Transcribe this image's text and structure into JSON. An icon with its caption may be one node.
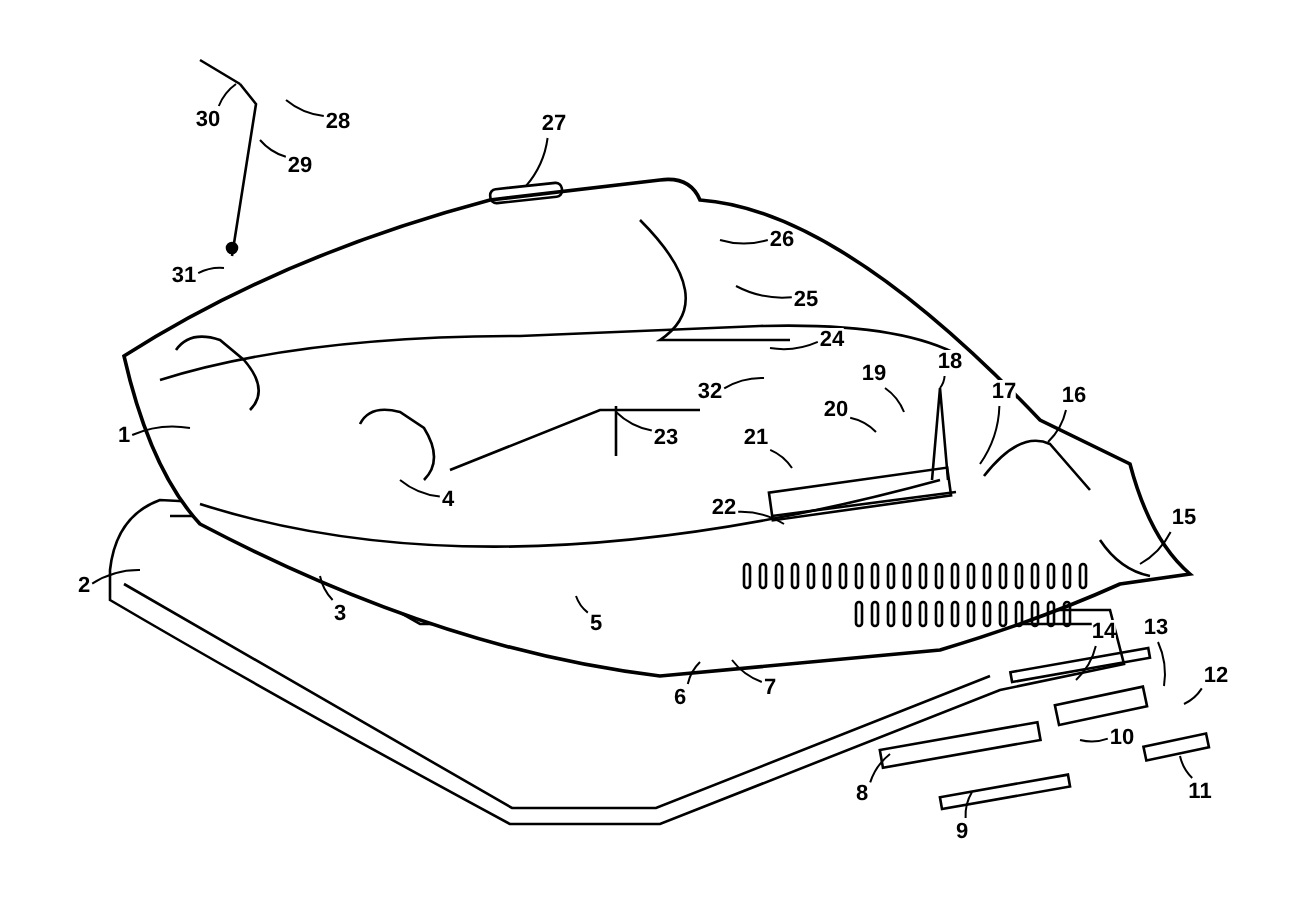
{
  "diagram": {
    "nodes": [
      {
        "text": [
          "1"
        ]
      },
      {
        "text": [
          "2"
        ]
      },
      {
        "text": [
          "3"
        ]
      },
      {
        "text": [
          "4"
        ]
      },
      {
        "text": [
          "5"
        ]
      },
      {
        "text": [
          "6"
        ]
      },
      {
        "text": [
          "7"
        ]
      },
      {
        "text": [
          "8"
        ]
      },
      {
        "text": [
          "9"
        ]
      },
      {
        "text": [
          "10"
        ]
      },
      {
        "text": [
          "11"
        ]
      },
      {
        "text": [
          "12"
        ]
      },
      {
        "text": [
          "13"
        ]
      },
      {
        "text": [
          "14"
        ]
      },
      {
        "text": [
          "15"
        ]
      },
      {
        "text": [
          "16"
        ]
      },
      {
        "text": [
          "17"
        ]
      },
      {
        "text": [
          "18"
        ]
      },
      {
        "text": [
          "19"
        ]
      },
      {
        "text": [
          "20"
        ]
      },
      {
        "text": [
          "21"
        ]
      },
      {
        "text": [
          "22"
        ]
      },
      {
        "text": [
          "23"
        ]
      },
      {
        "text": [
          "24"
        ]
      },
      {
        "text": [
          "25"
        ]
      },
      {
        "text": [
          "26"
        ]
      },
      {
        "text": [
          "27"
        ]
      },
      {
        "text": [
          "28"
        ]
      },
      {
        "text": [
          "29"
        ]
      },
      {
        "text": [
          "30"
        ]
      },
      {
        "text": [
          "31"
        ]
      },
      {
        "text": [
          "32"
        ]
      }
    ],
    "edges": [
      {
        "from": 0,
        "to": null,
        "arrow": "none"
      },
      {
        "from": 1,
        "to": null,
        "arrow": "none"
      },
      {
        "from": 2,
        "to": null,
        "arrow": "none"
      },
      {
        "from": 3,
        "to": null,
        "arrow": "none"
      },
      {
        "from": 4,
        "to": null,
        "arrow": "none"
      },
      {
        "from": 5,
        "to": null,
        "arrow": "none"
      },
      {
        "from": 6,
        "to": null,
        "arrow": "none"
      },
      {
        "from": 7,
        "to": null,
        "arrow": "none"
      },
      {
        "from": 8,
        "to": null,
        "arrow": "none"
      },
      {
        "from": 9,
        "to": null,
        "arrow": "none"
      },
      {
        "from": 10,
        "to": null,
        "arrow": "none"
      },
      {
        "from": 11,
        "to": null,
        "arrow": "none"
      },
      {
        "from": 12,
        "to": null,
        "arrow": "none"
      },
      {
        "from": 13,
        "to": null,
        "arrow": "none"
      },
      {
        "from": 14,
        "to": null,
        "arrow": "none"
      },
      {
        "from": 15,
        "to": null,
        "arrow": "none"
      },
      {
        "from": 16,
        "to": null,
        "arrow": "none"
      },
      {
        "from": 17,
        "to": null,
        "arrow": "none"
      },
      {
        "from": 18,
        "to": null,
        "arrow": "none"
      },
      {
        "from": 19,
        "to": null,
        "arrow": "none"
      },
      {
        "from": 20,
        "to": null,
        "arrow": "none"
      },
      {
        "from": 21,
        "to": null,
        "arrow": "none"
      },
      {
        "from": 22,
        "to": null,
        "arrow": "none"
      },
      {
        "from": 23,
        "to": null,
        "arrow": "none"
      },
      {
        "from": 24,
        "to": null,
        "arrow": "none"
      },
      {
        "from": 25,
        "to": null,
        "arrow": "none"
      },
      {
        "from": 26,
        "to": null,
        "arrow": "none"
      },
      {
        "from": 27,
        "to": null,
        "arrow": "none"
      },
      {
        "from": 28,
        "to": null,
        "arrow": "none"
      },
      {
        "from": 29,
        "to": null,
        "arrow": "none"
      },
      {
        "from": 30,
        "to": null,
        "arrow": "none"
      },
      {
        "from": 31,
        "to": null,
        "arrow": "none"
      }
    ]
  }
}
